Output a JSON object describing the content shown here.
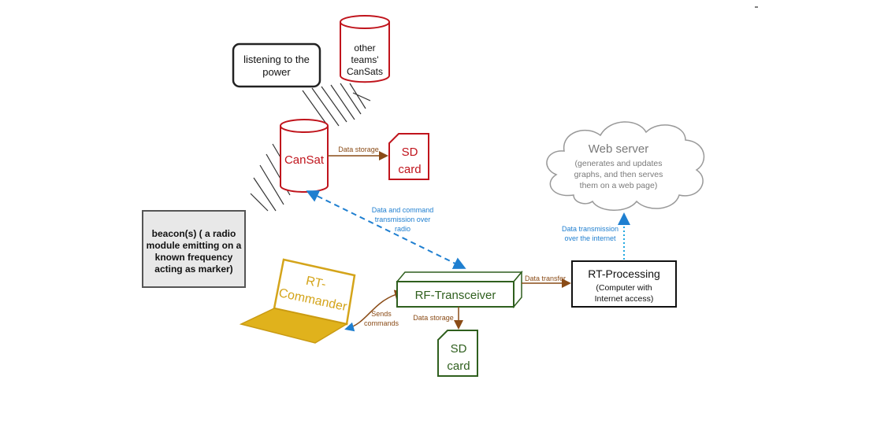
{
  "nodes": {
    "listening": {
      "line1": "listening to the",
      "line2": "power"
    },
    "other_teams": {
      "line1": "other",
      "line2": "teams'",
      "line3": "CanSats"
    },
    "cansat": {
      "label": "CanSat"
    },
    "sd_top": {
      "line1": "SD",
      "line2": "card"
    },
    "web_server": {
      "title": "Web server",
      "line1": "(generates and updates",
      "line2": "graphs, and then serves",
      "line3": "them on a web page)"
    },
    "beacon": {
      "line1": "beacon(s) ( a radio",
      "line2": "module emitting on a",
      "line3": "known frequency",
      "line4": "acting as marker)"
    },
    "rt_commander": {
      "line1": "RT-",
      "line2": "Commander"
    },
    "rf_transceiver": {
      "label": "RF-Transceiver"
    },
    "rt_processing": {
      "title": "RT-Processing",
      "line1": "(Computer with",
      "line2": "Internet access)"
    },
    "sd_bottom": {
      "line1": "SD",
      "line2": "card"
    }
  },
  "edges": {
    "cansat_storage": "Data storage",
    "radio": {
      "line1": "Data and command",
      "line2": "transmission over",
      "line3": "radio"
    },
    "internet": {
      "line1": "Data transmission",
      "line2": "over the internet"
    },
    "transfer": "Data transfer",
    "sends": {
      "line1": "Sends",
      "line2": "commands"
    },
    "rf_storage": "Data storage"
  },
  "colors": {
    "red": "#c0141c",
    "green": "#2f5f1e",
    "brown": "#8a4b16",
    "blue": "#1f7fd0",
    "gold": "#e0b21c",
    "gray_fill": "#e8e8e8",
    "cloud_text": "#7a7a7a"
  }
}
